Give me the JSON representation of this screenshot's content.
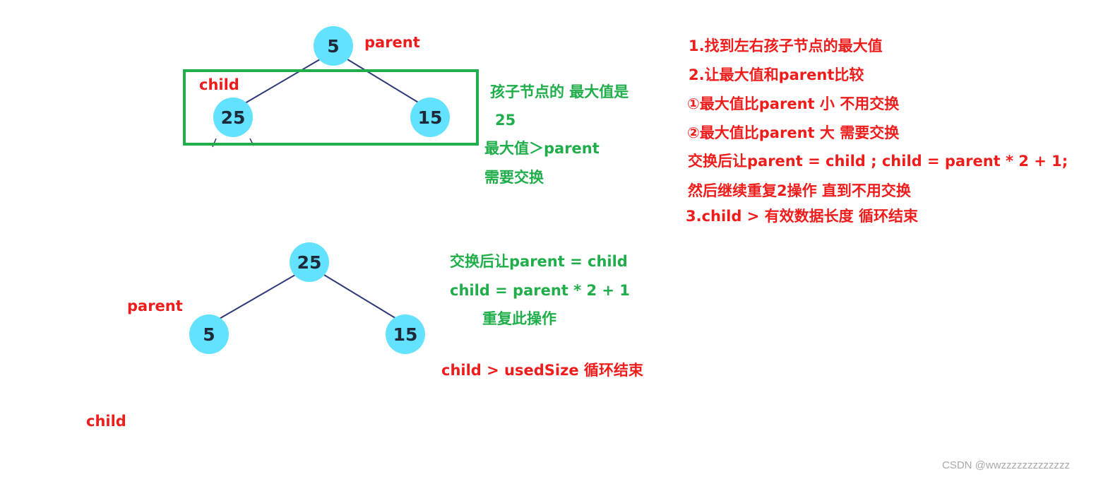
{
  "colors": {
    "red": "#ef1c1c",
    "green": "#1fae4a",
    "node": "#63e2ff",
    "edge": "#2e3a78"
  },
  "tree1": {
    "root": "5",
    "left": "25",
    "right": "15",
    "parent_label": "parent",
    "child_label": "child",
    "note": [
      "孩子节点的 最大值是",
      "25",
      "最大值＞parent",
      "需要交换"
    ]
  },
  "tree2": {
    "root": "25",
    "left": "5",
    "right": "15",
    "parent_label": "parent",
    "child_label": "child",
    "note": [
      "交换后让parent = child",
      "child = parent * 2 + 1",
      "重复此操作"
    ],
    "end_note": "child > usedSize 循环结束"
  },
  "steps": [
    "1.找到左右孩子节点的最大值",
    "2.让最大值和parent比较",
    "①最大值比parent 小 不用交换",
    "②最大值比parent 大 需要交换",
    "交换后让parent = child ; child = parent * 2 + 1;",
    "然后继续重复2操作 直到不用交换",
    "3.child > 有效数据长度 循环结束"
  ],
  "watermark": "CSDN @wwzzzzzzzzzzzzz"
}
